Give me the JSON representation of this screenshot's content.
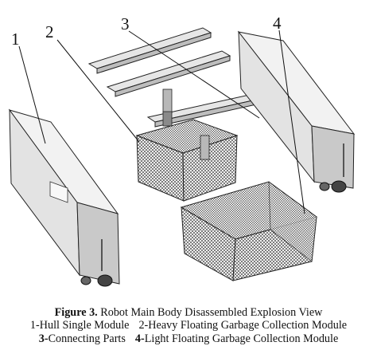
{
  "callouts": [
    "1",
    "2",
    "3",
    "4"
  ],
  "caption": {
    "figure_label": "Figure 3.",
    "title": "Robot Main Body Disassembled Explosion View",
    "legend_1_num": "1-",
    "legend_1_text": "Hull Single Module",
    "legend_2_num": "2-",
    "legend_2_text": "Heavy Floating Garbage Collection Module",
    "legend_3_num": "3-",
    "legend_3_text": "Connecting Parts",
    "legend_4_num": "4-",
    "legend_4_text": "Light Floating Garbage Collection Module"
  }
}
